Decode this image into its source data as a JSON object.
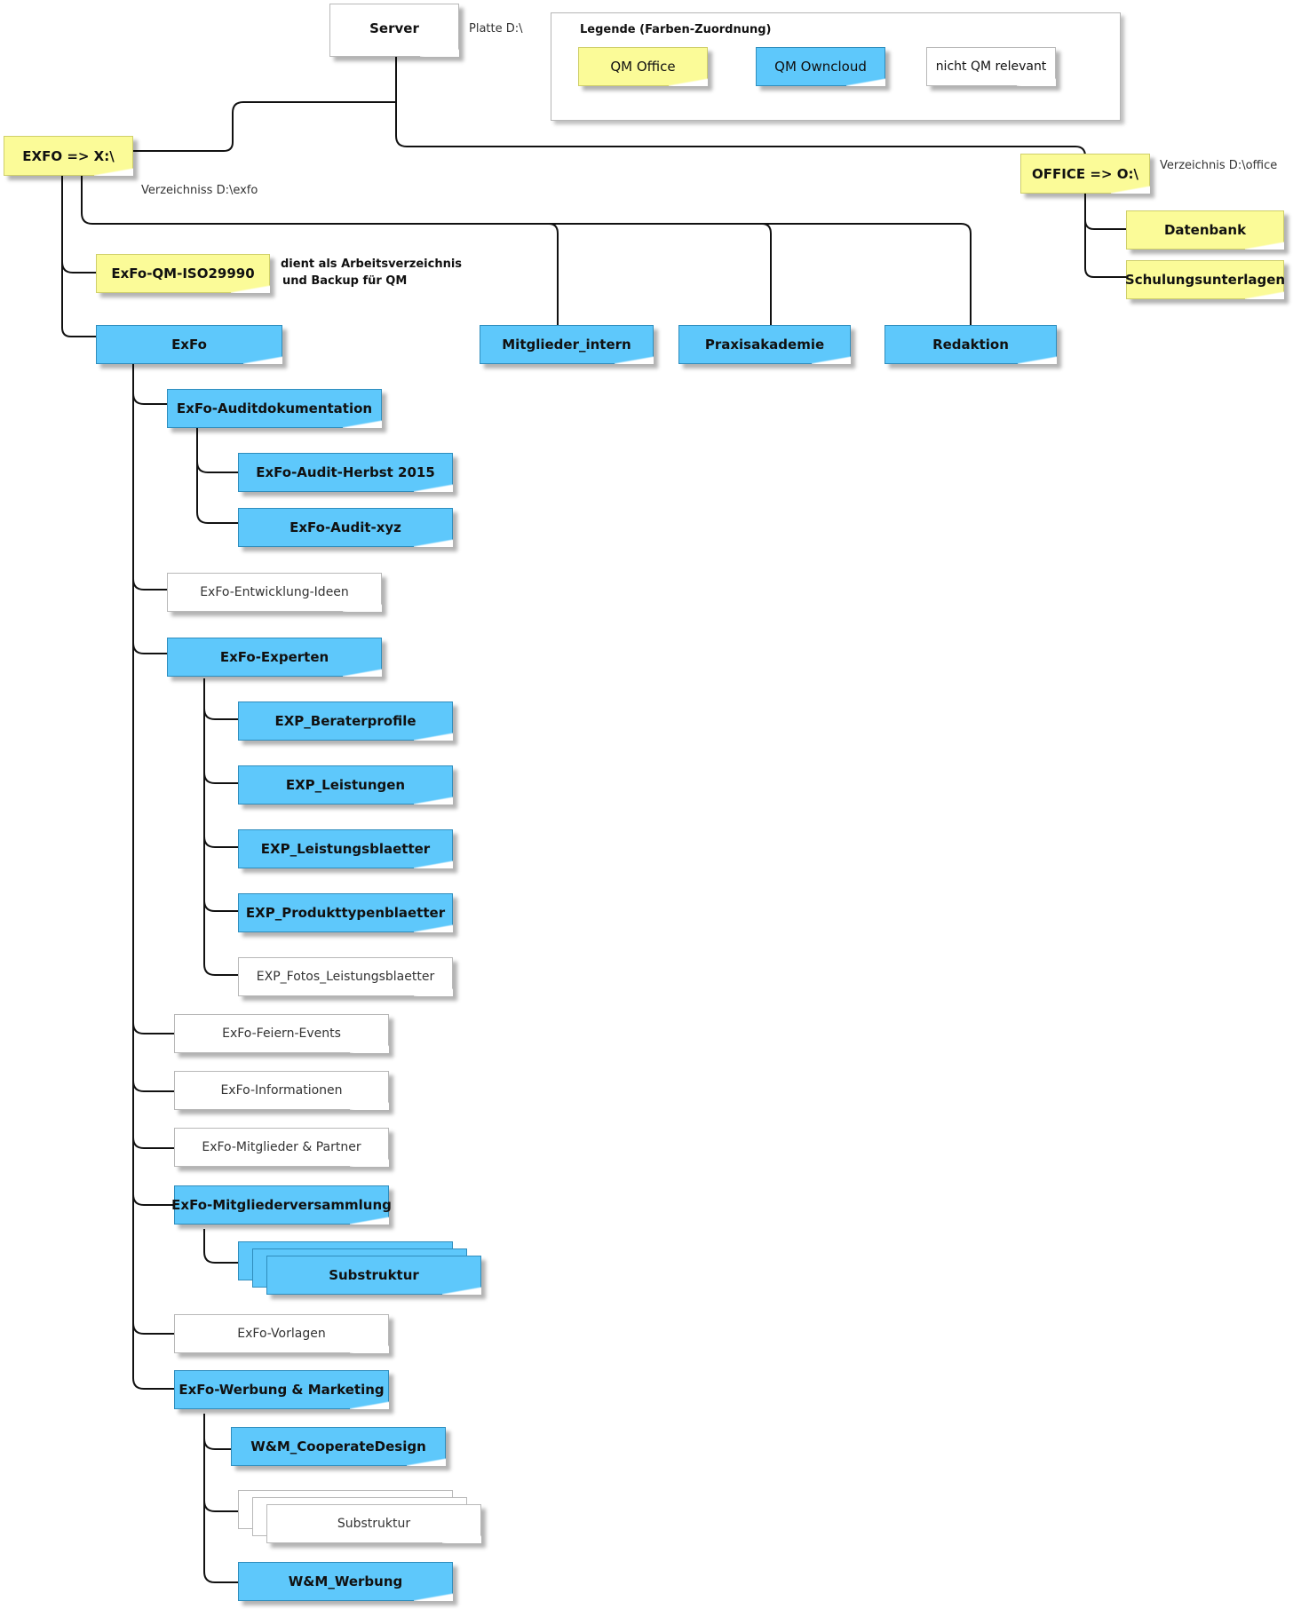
{
  "legend": {
    "title": "Legende (Farben-Zuordnung)",
    "items": [
      {
        "label": "QM Office",
        "color": "#fbfb98"
      },
      {
        "label": "QM Owncloud",
        "color": "#5ec8fb"
      },
      {
        "label": "nicht QM relevant",
        "color": "#ffffff"
      }
    ]
  },
  "notes": {
    "platte": "Platte D:\\",
    "verzeichnis_exfo": "Verzeichniss D:\\exfo",
    "verzeichnis_office": "Verzeichnis D:\\office",
    "arbeits_line1": "dient als Arbeitsverzeichnis",
    "arbeits_line2": "und Backup für QM"
  },
  "nodes": {
    "server": "Server",
    "exfo_drive": "EXFO => X:\\",
    "office_drive": "OFFICE => O:\\",
    "datenbank": "Datenbank",
    "schulungsunterlagen": "Schulungsunterlagen",
    "qm_iso": "ExFo-QM-ISO29990",
    "exfo": "ExFo",
    "mitglieder_intern": "Mitglieder_intern",
    "praxisakademie": "Praxisakademie",
    "redaktion": "Redaktion",
    "auditdokumentation": "ExFo-Auditdokumentation",
    "audit_herbst": "ExFo-Audit-Herbst 2015",
    "audit_xyz": "ExFo-Audit-xyz",
    "entwicklung": "ExFo-Entwicklung-Ideen",
    "experten": "ExFo-Experten",
    "exp_beraterprofile": "EXP_Beraterprofile",
    "exp_leistungen": "EXP_Leistungen",
    "exp_leistungsblaetter": "EXP_Leistungsblaetter",
    "exp_produkttypen": "EXP_Produkttypenblaetter",
    "exp_fotos": "EXP_Fotos_Leistungsblaetter",
    "feiern": "ExFo-Feiern-Events",
    "informationen": "ExFo-Informationen",
    "mitglieder_partner": "ExFo-Mitglieder & Partner",
    "mitgliederversammlung": "ExFo-Mitgliederversammlung",
    "substruktur_1": "Substruktur",
    "vorlagen": "ExFo-Vorlagen",
    "werbung_marketing": "ExFo-Werbung & Marketing",
    "wm_cooperate": "W&M_CooperateDesign",
    "substruktur_2": "Substruktur",
    "wm_werbung": "W&M_Werbung"
  }
}
